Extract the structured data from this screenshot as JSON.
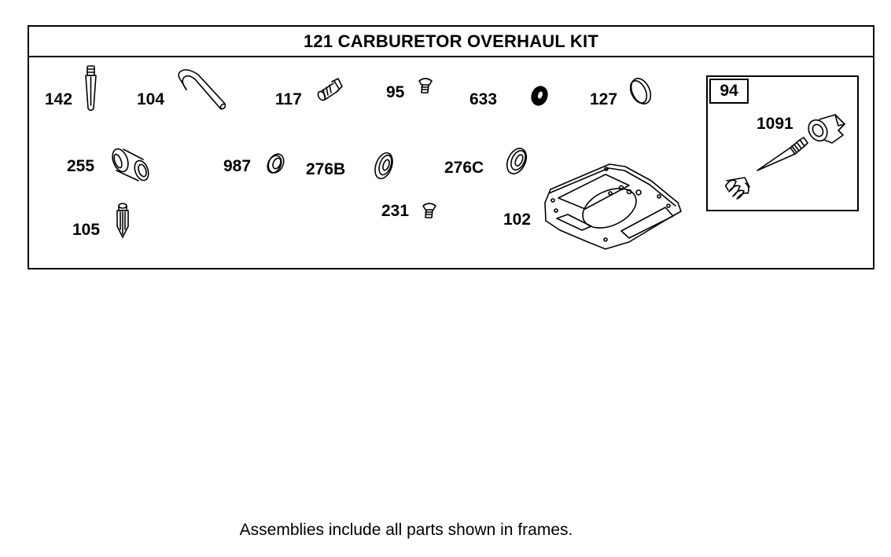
{
  "title": "121 CARBURETOR OVERHAUL KIT",
  "footnote": "Assemblies include all parts shown in frames.",
  "assembly": {
    "number": "94",
    "parts": [
      "1091"
    ]
  },
  "parts": [
    {
      "id": "p142",
      "label": "142",
      "icon": "pilot-jet-icon"
    },
    {
      "id": "p104",
      "label": "104",
      "icon": "bent-rod-icon"
    },
    {
      "id": "p117",
      "label": "117",
      "icon": "main-jet-icon"
    },
    {
      "id": "p95",
      "label": "95",
      "icon": "screw-icon"
    },
    {
      "id": "p633",
      "label": "633",
      "icon": "seal-icon"
    },
    {
      "id": "p127",
      "label": "127",
      "icon": "welch-plug-icon"
    },
    {
      "id": "p255",
      "label": "255",
      "icon": "bushing-icon"
    },
    {
      "id": "p987",
      "label": "987",
      "icon": "o-ring-icon"
    },
    {
      "id": "p276b",
      "label": "276B",
      "icon": "washer-icon"
    },
    {
      "id": "p276c",
      "label": "276C",
      "icon": "washer-icon"
    },
    {
      "id": "p231",
      "label": "231",
      "icon": "screw-icon"
    },
    {
      "id": "p102",
      "label": "102",
      "icon": "gasket-icon"
    },
    {
      "id": "p105",
      "label": "105",
      "icon": "inlet-needle-icon"
    }
  ]
}
